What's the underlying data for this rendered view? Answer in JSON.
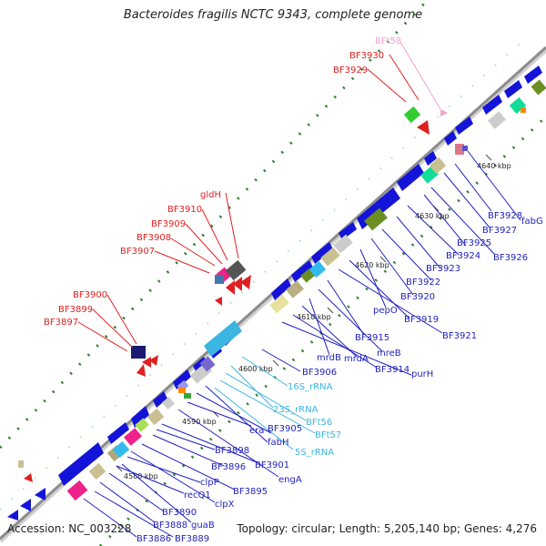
{
  "title": "Bacteroides fragilis NCTC 9343, complete genome",
  "footer": {
    "accession": "Accession: NC_003228",
    "summary": "Topology: circular; Length: 5,205,140 bp; Genes: 4,276"
  },
  "ticks": [
    "4580 kbp",
    "4590 kbp",
    "4600 kbp",
    "4610 kbp",
    "4620 kbp",
    "4630 kbp",
    "4640 kbp"
  ],
  "top_labels": [
    {
      "text": "BFt58",
      "color": "#f4a3c8"
    },
    {
      "text": "BF3930",
      "color": "#e02020"
    },
    {
      "text": "BF3929",
      "color": "#e02020"
    },
    {
      "text": "gldH",
      "color": "#e02020"
    },
    {
      "text": "BF3910",
      "color": "#e02020"
    },
    {
      "text": "BF3909",
      "color": "#e02020"
    },
    {
      "text": "BF3908",
      "color": "#e02020"
    },
    {
      "text": "BF3907",
      "color": "#e02020"
    },
    {
      "text": "BF3900",
      "color": "#e02020"
    },
    {
      "text": "BF3899",
      "color": "#e02020"
    },
    {
      "text": "BF3897",
      "color": "#e02020"
    }
  ],
  "bottom_labels": [
    {
      "text": "BF3928",
      "color": "#1f1fbf"
    },
    {
      "text": "fabG",
      "color": "#1f1fbf"
    },
    {
      "text": "BF3927",
      "color": "#1f1fbf"
    },
    {
      "text": "BF3926",
      "color": "#1f1fbf"
    },
    {
      "text": "BF3925",
      "color": "#1f1fbf"
    },
    {
      "text": "BF3924",
      "color": "#1f1fbf"
    },
    {
      "text": "BF3923",
      "color": "#1f1fbf"
    },
    {
      "text": "BF3922",
      "color": "#1f1fbf"
    },
    {
      "text": "BF3920",
      "color": "#1f1fbf"
    },
    {
      "text": "pepO",
      "color": "#1f1fbf"
    },
    {
      "text": "BF3919",
      "color": "#1f1fbf"
    },
    {
      "text": "BF3921",
      "color": "#1f1fbf"
    },
    {
      "text": "BF3915",
      "color": "#1f1fbf"
    },
    {
      "text": "mreB",
      "color": "#1f1fbf"
    },
    {
      "text": "mrdB",
      "color": "#1f1fbf"
    },
    {
      "text": "mrdA",
      "color": "#1f1fbf"
    },
    {
      "text": "BF3914",
      "color": "#1f1fbf"
    },
    {
      "text": "purH",
      "color": "#1f1fbf"
    },
    {
      "text": "BF3906",
      "color": "#1f1fbf"
    },
    {
      "text": "16S_rRNA",
      "color": "#3ab6e0"
    },
    {
      "text": "23S_rRNA",
      "color": "#3ab6e0"
    },
    {
      "text": "BFt56",
      "color": "#3ab6e0"
    },
    {
      "text": "BFt57",
      "color": "#3ab6e0"
    },
    {
      "text": "5S_rRNA",
      "color": "#3ab6e0"
    },
    {
      "text": "era",
      "color": "#1f1fbf"
    },
    {
      "text": "BF3905",
      "color": "#1f1fbf"
    },
    {
      "text": "fabH",
      "color": "#1f1fbf"
    },
    {
      "text": "BF3898",
      "color": "#1f1fbf"
    },
    {
      "text": "BF3896",
      "color": "#1f1fbf"
    },
    {
      "text": "BF3901",
      "color": "#1f1fbf"
    },
    {
      "text": "engA",
      "color": "#1f1fbf"
    },
    {
      "text": "BF3895",
      "color": "#1f1fbf"
    },
    {
      "text": "clpP",
      "color": "#1f1fbf"
    },
    {
      "text": "recQ1",
      "color": "#1f1fbf"
    },
    {
      "text": "clpX",
      "color": "#1f1fbf"
    },
    {
      "text": "BF3890",
      "color": "#1f1fbf"
    },
    {
      "text": "BF3888",
      "color": "#1f1fbf"
    },
    {
      "text": "guaB",
      "color": "#1f1fbf"
    },
    {
      "text": "BF3886",
      "color": "#1f1fbf"
    },
    {
      "text": "BF3889",
      "color": "#1f1fbf"
    }
  ],
  "colors": {
    "backbone": "#8c8c8c",
    "cds_forward": "#e02020",
    "cds_reverse": "#1414d8",
    "gc_ticks": "#2e7d2e",
    "rrna": "#3ab6e0",
    "trna": "#f4a3c8"
  }
}
